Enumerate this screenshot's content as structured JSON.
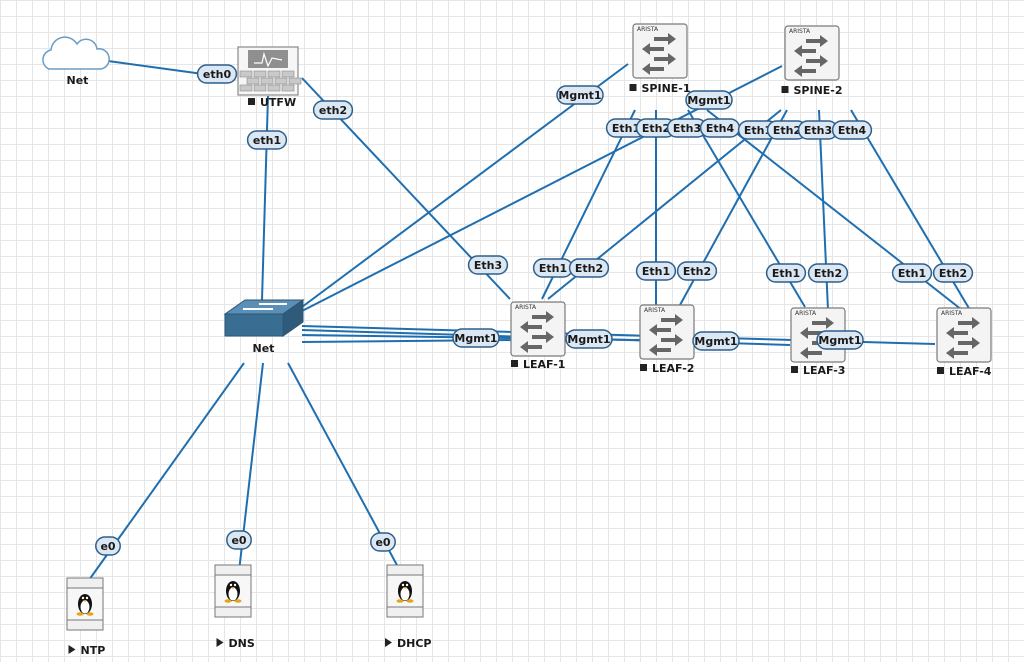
{
  "colors": {
    "link": "#1f6fb0",
    "label_fill": "#dbe7f3",
    "label_border": "#2d5f8a",
    "switch_icon": "#666666",
    "hub_fill": "#3a6d92"
  },
  "nodes": [
    {
      "id": "cloud",
      "label": "Net",
      "icon": "cloud-icon",
      "status": ""
    },
    {
      "id": "utfw",
      "label": "UTFW",
      "icon": "firewall-icon",
      "status": "stopped"
    },
    {
      "id": "hub",
      "label": "Net",
      "icon": "network-switch-icon",
      "status": ""
    },
    {
      "id": "spine1",
      "label": "SPINE-1",
      "icon": "arista-switch-icon",
      "status": "stopped",
      "brand": "ARISTA"
    },
    {
      "id": "spine2",
      "label": "SPINE-2",
      "icon": "arista-switch-icon",
      "status": "stopped",
      "brand": "ARISTA"
    },
    {
      "id": "leaf1",
      "label": "LEAF-1",
      "icon": "arista-switch-icon",
      "status": "stopped",
      "brand": "ARISTA"
    },
    {
      "id": "leaf2",
      "label": "LEAF-2",
      "icon": "arista-switch-icon",
      "status": "stopped",
      "brand": "ARISTA"
    },
    {
      "id": "leaf3",
      "label": "LEAF-3",
      "icon": "arista-switch-icon",
      "status": "stopped",
      "brand": "ARISTA"
    },
    {
      "id": "leaf4",
      "label": "LEAF-4",
      "icon": "arista-switch-icon",
      "status": "stopped",
      "brand": "ARISTA"
    },
    {
      "id": "ntp",
      "label": "NTP",
      "icon": "linux-server-icon",
      "status": "running"
    },
    {
      "id": "dns",
      "label": "DNS",
      "icon": "linux-server-icon",
      "status": "running"
    },
    {
      "id": "dhcp",
      "label": "DHCP",
      "icon": "linux-server-icon",
      "status": "running"
    }
  ],
  "links": [
    {
      "from": "cloud",
      "to": "utfw",
      "labels": [
        "eth0"
      ]
    },
    {
      "from": "utfw",
      "to": "hub",
      "labels": [
        "eth1"
      ]
    },
    {
      "from": "utfw",
      "to": "leaf1",
      "labels": [
        "eth2",
        "Eth3"
      ]
    },
    {
      "from": "hub",
      "to": "spine1",
      "labels": [
        "Mgmt1"
      ]
    },
    {
      "from": "hub",
      "to": "spine2",
      "labels": [
        "Mgmt1"
      ]
    },
    {
      "from": "hub",
      "to": "leaf1",
      "labels": [
        "Mgmt1"
      ]
    },
    {
      "from": "hub",
      "to": "leaf2",
      "labels": [
        "Mgmt1"
      ]
    },
    {
      "from": "hub",
      "to": "leaf3",
      "labels": [
        "Mgmt1"
      ]
    },
    {
      "from": "hub",
      "to": "leaf4",
      "labels": [
        "Mgmt1"
      ]
    },
    {
      "from": "spine1",
      "to": "leaf1",
      "labels": [
        "Eth1",
        "Eth1"
      ]
    },
    {
      "from": "spine1",
      "to": "leaf2",
      "labels": [
        "Eth2",
        "Eth1"
      ]
    },
    {
      "from": "spine1",
      "to": "leaf3",
      "labels": [
        "Eth3",
        "Eth1"
      ]
    },
    {
      "from": "spine1",
      "to": "leaf4",
      "labels": [
        "Eth4",
        "Eth1"
      ]
    },
    {
      "from": "spine2",
      "to": "leaf1",
      "labels": [
        "Eth1",
        "Eth2"
      ]
    },
    {
      "from": "spine2",
      "to": "leaf2",
      "labels": [
        "Eth2",
        "Eth2"
      ]
    },
    {
      "from": "spine2",
      "to": "leaf3",
      "labels": [
        "Eth3",
        "Eth2"
      ]
    },
    {
      "from": "spine2",
      "to": "leaf4",
      "labels": [
        "Eth4",
        "Eth2"
      ]
    },
    {
      "from": "hub",
      "to": "ntp",
      "labels": [
        "e0"
      ]
    },
    {
      "from": "hub",
      "to": "dns",
      "labels": [
        "e0"
      ]
    },
    {
      "from": "hub",
      "to": "dhcp",
      "labels": [
        "e0"
      ]
    }
  ]
}
